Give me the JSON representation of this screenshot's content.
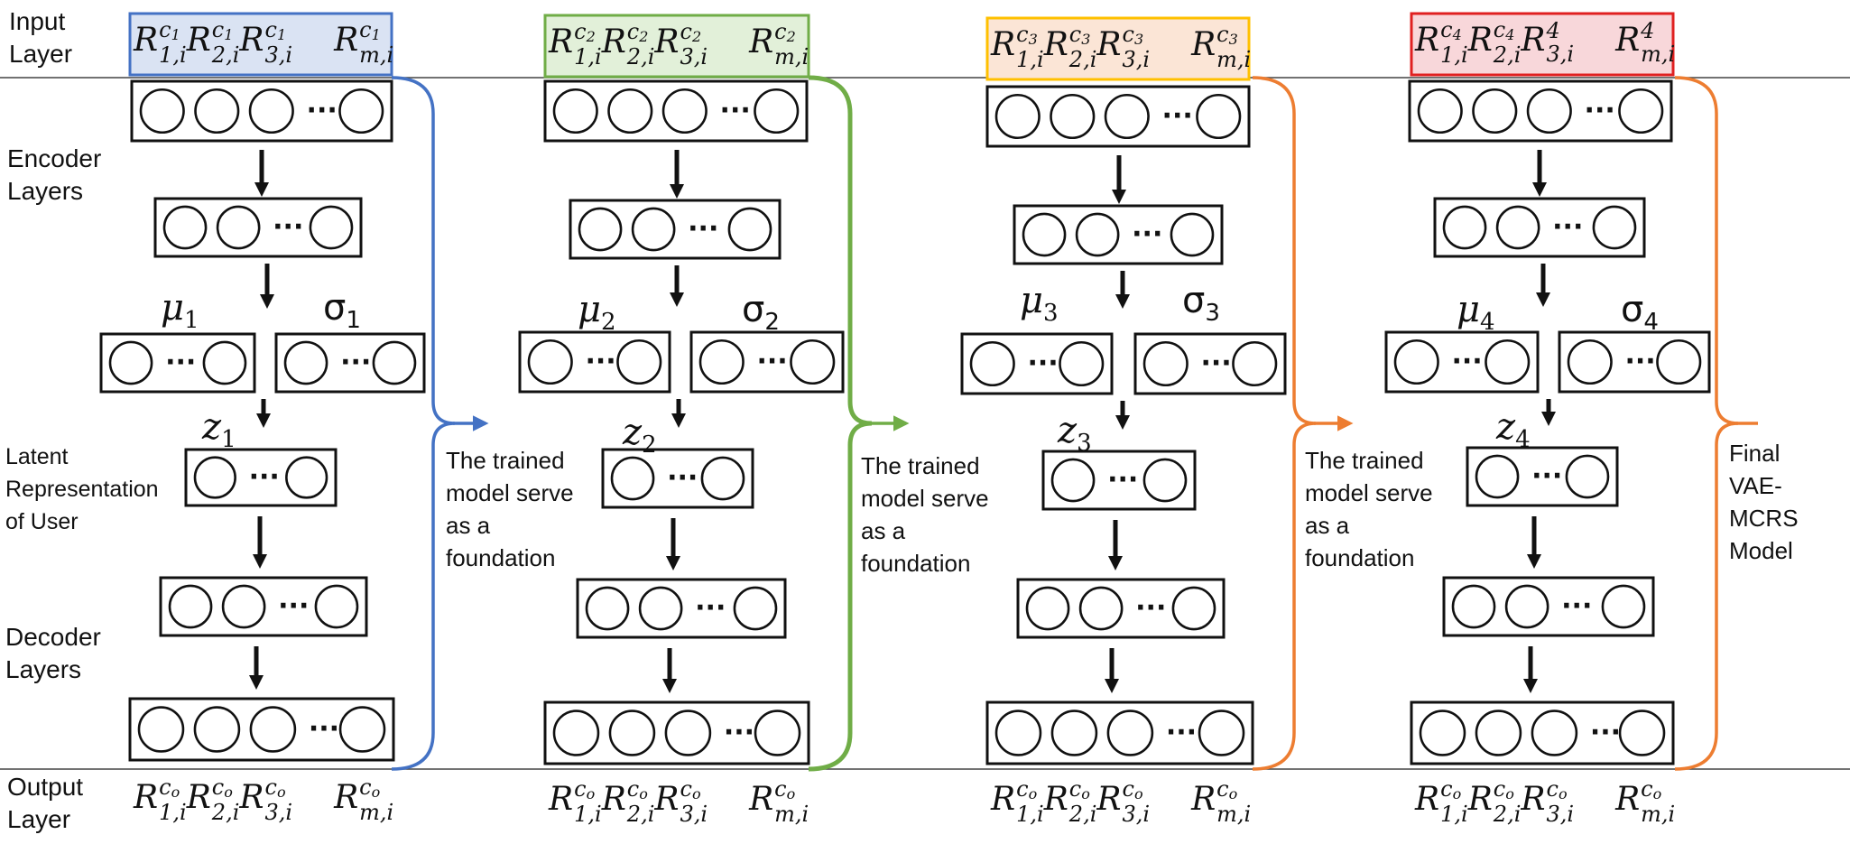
{
  "row_labels": {
    "input_line1": "Input",
    "input_line2": "Layer",
    "encoder_line1": "Encoder",
    "encoder_line2": "Layers",
    "latent_line1": "Latent",
    "latent_line2": "Representation",
    "latent_line3": "of User",
    "decoder_line1": "Decoder",
    "decoder_line2": "Layers",
    "output_line1": "Output",
    "output_line2": "Layer"
  },
  "colors": {
    "stage1": "#4472C4",
    "stage2": "#70AD47",
    "stage3": "#ED7D31",
    "stage4": "#ED7D31",
    "box1_fill": "#DAE3F3",
    "box2_fill": "#E2F0D9",
    "box3_fill": "#FBE5D6",
    "box3_stroke": "#FFC000",
    "box4_fill": "#F8D7DA",
    "box4_stroke": "#E02020"
  },
  "stages": [
    {
      "mu": "μ",
      "mu_sub": "1",
      "sigma": "σ",
      "sigma_sub": "1",
      "z": "z",
      "z_sub": "1",
      "input_terms": [
        {
          "sub": "1,i",
          "sup": "c",
          "supsub": "1"
        },
        {
          "sub": "2,i",
          "sup": "c",
          "supsub": "1"
        },
        {
          "sub": "3,i",
          "sup": "c",
          "supsub": "1"
        },
        {
          "sub": "m,i",
          "sup": "c",
          "supsub": "1"
        }
      ],
      "output_terms": [
        {
          "sub": "1,i",
          "sup": "c",
          "supsub": "o"
        },
        {
          "sub": "2,i",
          "sup": "c",
          "supsub": "o"
        },
        {
          "sub": "3,i",
          "sup": "c",
          "supsub": "o"
        },
        {
          "sub": "m,i",
          "sup": "c",
          "supsub": "o"
        }
      ]
    },
    {
      "mu": "μ",
      "mu_sub": "2",
      "sigma": "σ",
      "sigma_sub": "2",
      "z": "z",
      "z_sub": "2",
      "input_terms": [
        {
          "sub": "1,i",
          "sup": "c",
          "supsub": "2"
        },
        {
          "sub": "2,i",
          "sup": "c",
          "supsub": "2"
        },
        {
          "sub": "3,i",
          "sup": "c",
          "supsub": "2"
        },
        {
          "sub": "m,i",
          "sup": "c",
          "supsub": "2"
        }
      ],
      "output_terms": [
        {
          "sub": "1,i",
          "sup": "c",
          "supsub": "o"
        },
        {
          "sub": "2,i",
          "sup": "c",
          "supsub": "o"
        },
        {
          "sub": "3,i",
          "sup": "c",
          "supsub": "o"
        },
        {
          "sub": "m,i",
          "sup": "c",
          "supsub": "o"
        }
      ]
    },
    {
      "mu": "μ",
      "mu_sub": "3",
      "sigma": "σ",
      "sigma_sub": "3",
      "z": "z",
      "z_sub": "3",
      "input_terms": [
        {
          "sub": "1,i",
          "sup": "c",
          "supsub": "3"
        },
        {
          "sub": "2,i",
          "sup": "c",
          "supsub": "3"
        },
        {
          "sub": "3,i",
          "sup": "c",
          "supsub": "3"
        },
        {
          "sub": "m,i",
          "sup": "c",
          "supsub": "3"
        }
      ],
      "output_terms": [
        {
          "sub": "1,i",
          "sup": "c",
          "supsub": "o"
        },
        {
          "sub": "2,i",
          "sup": "c",
          "supsub": "o"
        },
        {
          "sub": "3,i",
          "sup": "c",
          "supsub": "o"
        },
        {
          "sub": "m,i",
          "sup": "c",
          "supsub": "o"
        }
      ]
    },
    {
      "mu": "μ",
      "mu_sub": "4",
      "sigma": "σ",
      "sigma_sub": "4",
      "z": "z",
      "z_sub": "4",
      "input_terms": [
        {
          "sub": "1,i",
          "sup": "c",
          "supsub": "4"
        },
        {
          "sub": "2,i",
          "sup": "c",
          "supsub": "4"
        },
        {
          "sub": "3,i",
          "sup": "4",
          "supsub": ""
        },
        {
          "sub": "m,i",
          "sup": "4",
          "supsub": ""
        }
      ],
      "output_terms": [
        {
          "sub": "1,i",
          "sup": "c",
          "supsub": "o"
        },
        {
          "sub": "2,i",
          "sup": "c",
          "supsub": "o"
        },
        {
          "sub": "3,i",
          "sup": "c",
          "supsub": "o"
        },
        {
          "sub": "m,i",
          "sup": "c",
          "supsub": "o"
        }
      ]
    }
  ],
  "term_base": "R",
  "ellipsis": "···",
  "transition_note": [
    "The trained",
    "model serve",
    "as a",
    "foundation"
  ],
  "final_note": [
    "Final",
    "VAE-MCRS",
    "Model"
  ]
}
